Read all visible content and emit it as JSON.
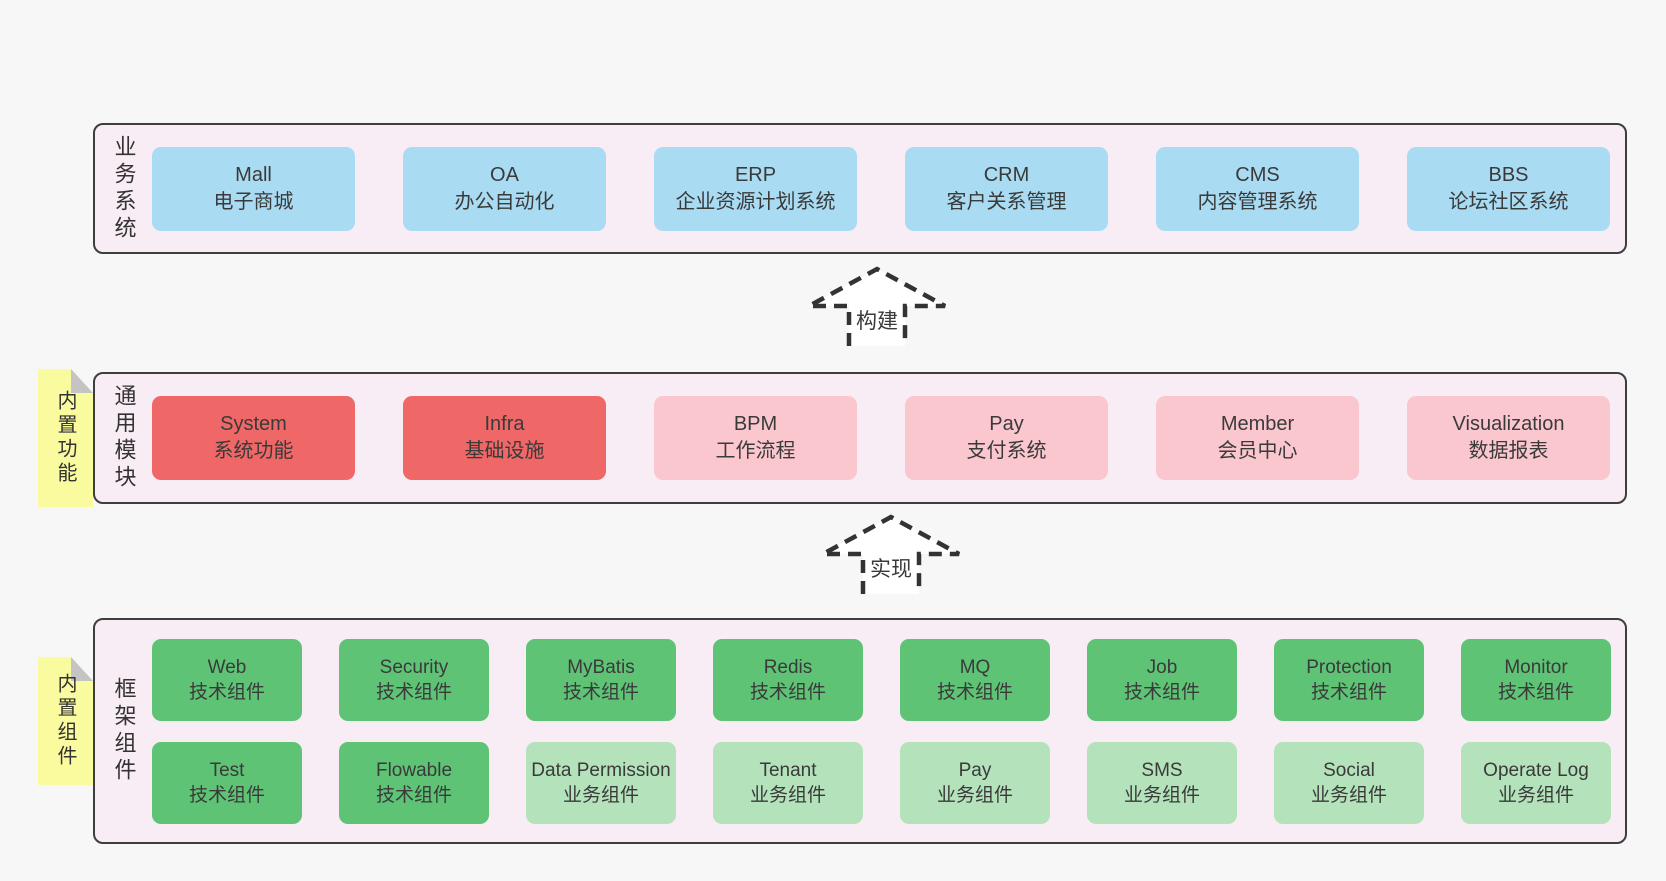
{
  "colors": {
    "page_bg": "#f7f7f7",
    "container_bg": "#f9edf5",
    "container_border": "#3e3e3e",
    "box_blue": "#a9dbf3",
    "box_red": "#ef6767",
    "box_pink": "#fbc7cf",
    "box_green": "#5fc376",
    "box_lightgreen": "#b4e2bb",
    "sticky_yellow": "#fafa9e",
    "sticky_fold_gray": "#c4c4c4",
    "arrow_fill": "#ffffff",
    "arrow_stroke": "#333333",
    "text": "#3a3a3a"
  },
  "arrows": [
    {
      "label": "构建"
    },
    {
      "label": "实现"
    }
  ],
  "layers": [
    {
      "label": "业务系统",
      "boxes": [
        {
          "title": "Mall",
          "subtitle": "电子商城"
        },
        {
          "title": "OA",
          "subtitle": "办公自动化"
        },
        {
          "title": "ERP",
          "subtitle": "企业资源计划系统"
        },
        {
          "title": "CRM",
          "subtitle": "客户关系管理"
        },
        {
          "title": "CMS",
          "subtitle": "内容管理系统"
        },
        {
          "title": "BBS",
          "subtitle": "论坛社区系统"
        }
      ]
    },
    {
      "label": "通用模块",
      "sticky": "内置功能",
      "boxes": [
        {
          "title": "System",
          "subtitle": "系统功能"
        },
        {
          "title": "Infra",
          "subtitle": "基础设施"
        },
        {
          "title": "BPM",
          "subtitle": "工作流程"
        },
        {
          "title": "Pay",
          "subtitle": "支付系统"
        },
        {
          "title": "Member",
          "subtitle": "会员中心"
        },
        {
          "title": "Visualization",
          "subtitle": "数据报表"
        }
      ]
    },
    {
      "label": "框架组件",
      "sticky": "内置组件",
      "rows": [
        [
          {
            "title": "Web",
            "subtitle": "技术组件"
          },
          {
            "title": "Security",
            "subtitle": "技术组件"
          },
          {
            "title": "MyBatis",
            "subtitle": "技术组件"
          },
          {
            "title": "Redis",
            "subtitle": "技术组件"
          },
          {
            "title": "MQ",
            "subtitle": "技术组件"
          },
          {
            "title": "Job",
            "subtitle": "技术组件"
          },
          {
            "title": "Protection",
            "subtitle": "技术组件"
          },
          {
            "title": "Monitor",
            "subtitle": "技术组件"
          }
        ],
        [
          {
            "title": "Test",
            "subtitle": "技术组件"
          },
          {
            "title": "Flowable",
            "subtitle": "技术组件"
          },
          {
            "title": "Data Permission",
            "subtitle": "业务组件"
          },
          {
            "title": "Tenant",
            "subtitle": "业务组件"
          },
          {
            "title": "Pay",
            "subtitle": "业务组件"
          },
          {
            "title": "SMS",
            "subtitle": "业务组件"
          },
          {
            "title": "Social",
            "subtitle": "业务组件"
          },
          {
            "title": "Operate Log",
            "subtitle": "业务组件"
          }
        ]
      ]
    }
  ]
}
